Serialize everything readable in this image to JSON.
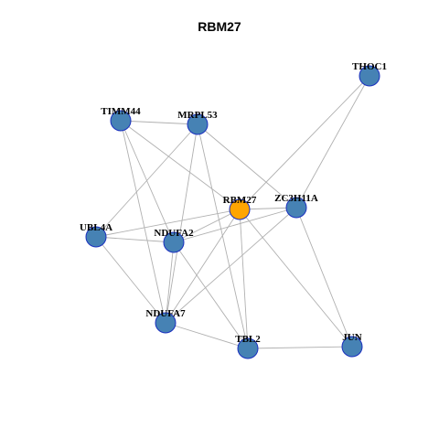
{
  "title": "RBM27",
  "colors": {
    "node_fill": "#4682b4",
    "node_stroke": "#1a2fbf",
    "center_fill": "#ffa500",
    "center_stroke": "#c47a00",
    "edge": "#b0b0b0"
  },
  "nodes": [
    {
      "id": "THOC1",
      "label": "THOC1",
      "center": false
    },
    {
      "id": "TIMM44",
      "label": "TIMM44",
      "center": false
    },
    {
      "id": "MRPL53",
      "label": "MRPL53",
      "center": false
    },
    {
      "id": "RBM27",
      "label": "RBM27",
      "center": true
    },
    {
      "id": "ZC3H11A",
      "label": "ZC3H11A",
      "center": false
    },
    {
      "id": "UBL4A",
      "label": "UBL4A",
      "center": false
    },
    {
      "id": "NDUFA2",
      "label": "NDUFA2",
      "center": false
    },
    {
      "id": "NDUFA7",
      "label": "NDUFA7",
      "center": false
    },
    {
      "id": "TBL2",
      "label": "TBL2",
      "center": false
    },
    {
      "id": "JUN",
      "label": "JUN",
      "center": false
    }
  ],
  "edges": [
    [
      "THOC1",
      "RBM27"
    ],
    [
      "THOC1",
      "ZC3H11A"
    ],
    [
      "TIMM44",
      "MRPL53"
    ],
    [
      "TIMM44",
      "RBM27"
    ],
    [
      "TIMM44",
      "NDUFA2"
    ],
    [
      "TIMM44",
      "NDUFA7"
    ],
    [
      "MRPL53",
      "UBL4A"
    ],
    [
      "MRPL53",
      "ZC3H11A"
    ],
    [
      "MRPL53",
      "TBL2"
    ],
    [
      "MRPL53",
      "NDUFA7"
    ],
    [
      "RBM27",
      "ZC3H11A"
    ],
    [
      "RBM27",
      "UBL4A"
    ],
    [
      "RBM27",
      "NDUFA2"
    ],
    [
      "RBM27",
      "NDUFA7"
    ],
    [
      "RBM27",
      "TBL2"
    ],
    [
      "RBM27",
      "JUN"
    ],
    [
      "ZC3H11A",
      "NDUFA2"
    ],
    [
      "ZC3H11A",
      "NDUFA7"
    ],
    [
      "ZC3H11A",
      "JUN"
    ],
    [
      "UBL4A",
      "NDUFA2"
    ],
    [
      "UBL4A",
      "NDUFA7"
    ],
    [
      "NDUFA2",
      "NDUFA7"
    ],
    [
      "NDUFA2",
      "TBL2"
    ],
    [
      "NDUFA7",
      "TBL2"
    ],
    [
      "TBL2",
      "JUN"
    ]
  ]
}
